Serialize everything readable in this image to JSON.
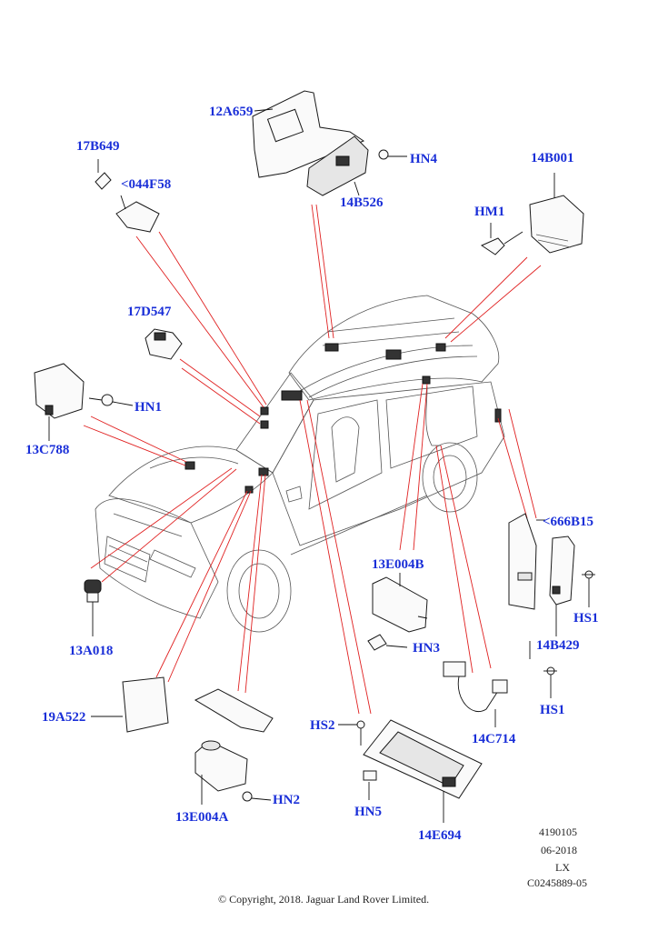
{
  "labels": {
    "l12A659": "12A659",
    "l17B649": "17B649",
    "l044F58": "<044F58",
    "lHN4": "HN4",
    "l14B526": "14B526",
    "l14B001": "14B001",
    "lHM1": "HM1",
    "l17D547": "17D547",
    "lHN1": "HN1",
    "l13C788": "13C788",
    "l666B15": "<666B15",
    "l13E004B": "13E004B",
    "lHS1a": "HS1",
    "l14B429": "14B429",
    "lHS1b": "HS1",
    "l13A018": "13A018",
    "lHN3": "HN3",
    "l19A522": "19A522",
    "l14C714": "14C714",
    "lHS2": "HS2",
    "lHN2": "HN2",
    "lHN5": "HN5",
    "l13E004A": "13E004A",
    "l14E694": "14E694"
  },
  "meta": {
    "ref": "4190105",
    "date": "06-2018",
    "model": "LX",
    "code": "C0245889-05"
  },
  "copyright": "© Copyright, 2018. Jaguar Land Rover Limited.",
  "colors": {
    "label": "#1a2fd8",
    "callout_line": "#e02020"
  }
}
